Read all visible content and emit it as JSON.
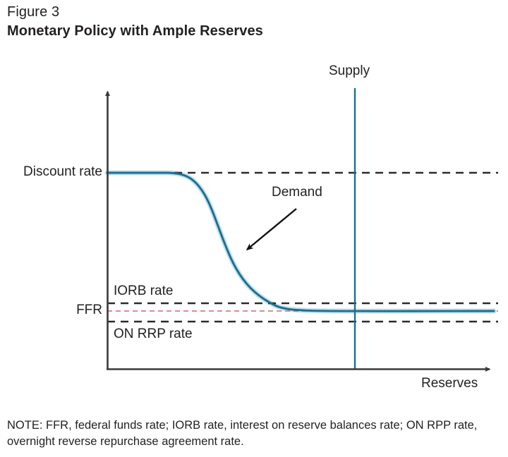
{
  "figure": {
    "number_label": "Figure 3",
    "title": "Monetary Policy with Ample Reserves"
  },
  "note": "NOTE: FFR, federal funds rate; IORB rate, interest on reserve balances rate; ON RPP rate, overnight reverse repurchase agreement rate.",
  "labels": {
    "supply": "Supply",
    "demand": "Demand",
    "reserves": "Reserves",
    "discount_rate": "Discount rate",
    "ffr": "FFR",
    "iorb_rate": "IORB rate",
    "onrrp_rate": "ON RRP rate"
  },
  "colors": {
    "curve": "#1f6e8c",
    "supply_line": "#1f6e8c",
    "axis": "#3a3a3a",
    "dashed_rate_line": "#2b2b2b",
    "ffr_line": "#cf6678",
    "text": "#231f20"
  },
  "chart_data": {
    "type": "line",
    "title": "Monetary Policy with Ample Reserves",
    "xlabel": "Reserves",
    "ylabel": "",
    "grid": false,
    "legend": "none",
    "axes": {
      "x_range": [
        0,
        100
      ],
      "y_range": [
        0,
        100
      ],
      "x_arrow": true,
      "y_arrow": true,
      "tick_labels_x": [],
      "tick_labels_y": [
        "Discount rate",
        "IORB rate",
        "FFR",
        "ON RRP rate"
      ]
    },
    "series": [
      {
        "name": "Demand",
        "type": "line",
        "style": "solid",
        "color": "#1f6e8c",
        "annotation": "Demand",
        "x": [
          0,
          8,
          14,
          18,
          22,
          26,
          30,
          34,
          38,
          42,
          46,
          50,
          55,
          62,
          70,
          80,
          90,
          100
        ],
        "y": [
          70,
          70,
          69.6,
          68.4,
          65.6,
          60.4,
          53.2,
          45.4,
          38.6,
          33.6,
          30.6,
          29.3,
          28.8,
          28.6,
          28.6,
          28.6,
          28.6,
          28.6
        ]
      },
      {
        "name": "Supply",
        "type": "vline",
        "style": "solid",
        "color": "#1f6e8c",
        "x": 63.2,
        "annotation": "Supply"
      },
      {
        "name": "Discount rate",
        "type": "hline",
        "style": "dashed",
        "color": "#2b2b2b",
        "y": 70
      },
      {
        "name": "IORB rate",
        "type": "hline",
        "style": "dashed",
        "color": "#2b2b2b",
        "y": 31.2
      },
      {
        "name": "FFR",
        "type": "hline",
        "style": "dashed",
        "color": "#cf6678",
        "y": 28.6
      },
      {
        "name": "ON RRP rate",
        "type": "hline",
        "style": "dashed",
        "color": "#2b2b2b",
        "y": 25.3
      }
    ],
    "annotations": [
      {
        "text": "Demand",
        "arrow_from": [
          48.5,
          57.6
        ],
        "arrow_to": [
          34.8,
          41.8
        ]
      }
    ]
  }
}
